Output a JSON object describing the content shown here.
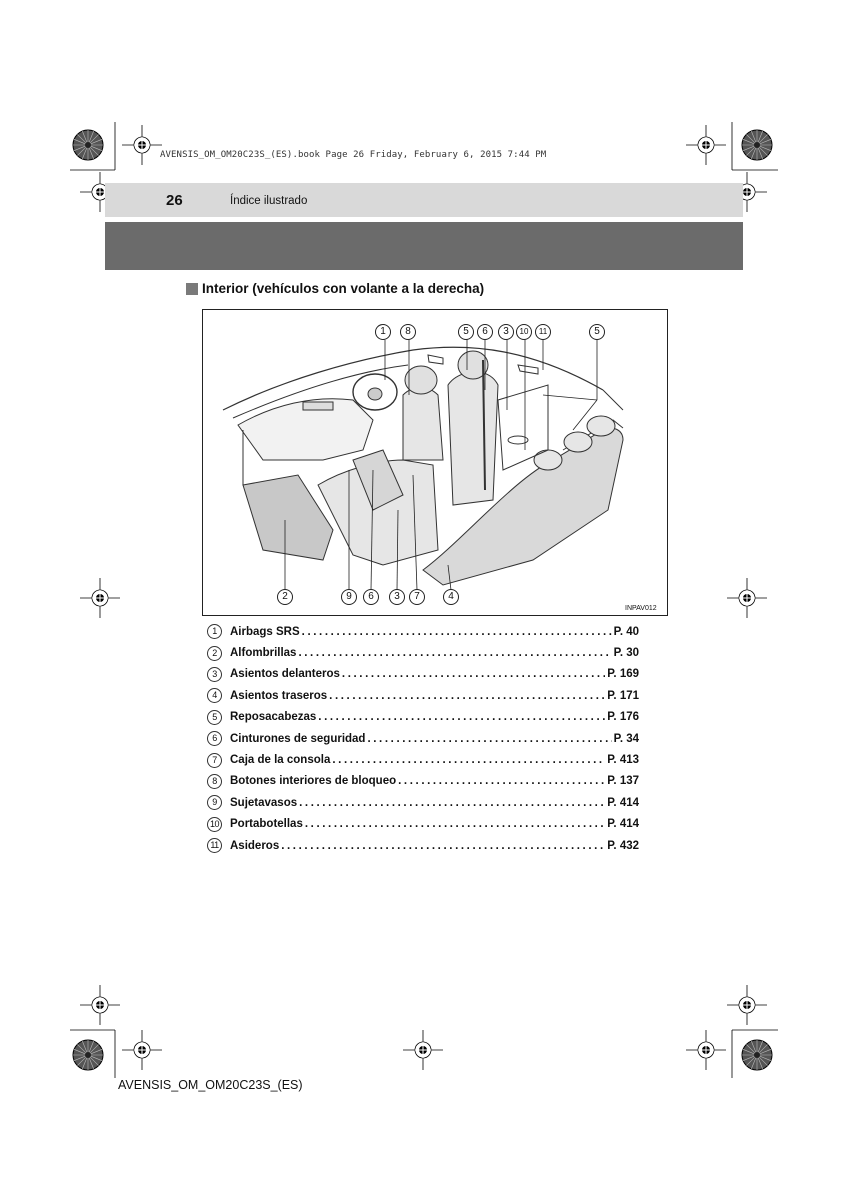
{
  "print_header": "AVENSIS_OM_OM20C23S_(ES).book  Page 26  Friday, February 6, 2015  7:44 PM",
  "page_number": "26",
  "section_name": "Índice ilustrado",
  "heading": "Interior (vehículos con volante a la derecha)",
  "figure": {
    "code": "INPAV012",
    "top_callouts": [
      "1",
      "8",
      "5",
      "6",
      "3",
      "10",
      "11",
      "5"
    ],
    "bottom_callouts": [
      "2",
      "9",
      "6",
      "3",
      "7",
      "4"
    ]
  },
  "legend": [
    {
      "num": "1",
      "label": "Airbags SRS",
      "page": "P. 40"
    },
    {
      "num": "2",
      "label": "Alfombrillas",
      "page": "P. 30"
    },
    {
      "num": "3",
      "label": "Asientos delanteros",
      "page": "P. 169"
    },
    {
      "num": "4",
      "label": "Asientos traseros",
      "page": "P. 171"
    },
    {
      "num": "5",
      "label": "Reposacabezas",
      "page": "P. 176"
    },
    {
      "num": "6",
      "label": "Cinturones de seguridad",
      "page": "P. 34"
    },
    {
      "num": "7",
      "label": "Caja de la consola",
      "page": "P. 413"
    },
    {
      "num": "8",
      "label": "Botones interiores de bloqueo",
      "page": "P. 137"
    },
    {
      "num": "9",
      "label": "Sujetavasos",
      "page": "P. 414"
    },
    {
      "num": "10",
      "label": "Portabotellas",
      "page": "P. 414"
    },
    {
      "num": "11",
      "label": "Asideros",
      "page": "P. 432"
    }
  ],
  "footer": "AVENSIS_OM_OM20C23S_(ES)"
}
